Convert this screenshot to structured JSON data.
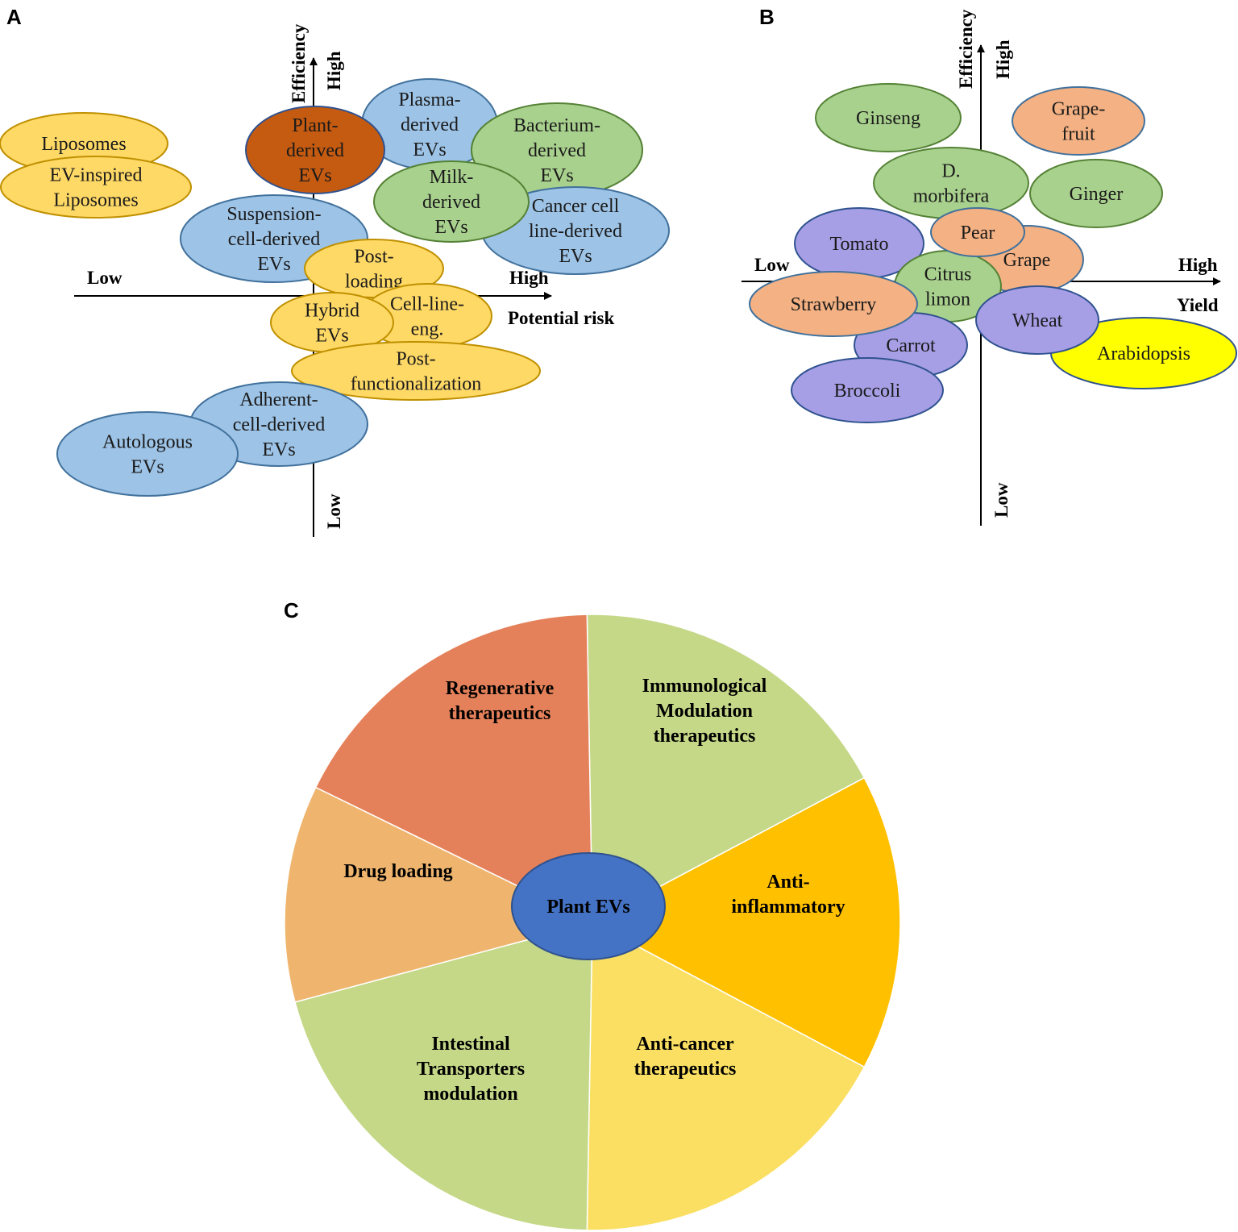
{
  "panels": {
    "A": {
      "letter": "A",
      "axes": {
        "y_title": "Efficiency",
        "y_high": "High",
        "y_low": "Low",
        "x_low": "Low",
        "x_high": "High",
        "x_title": "Potential risk"
      },
      "colors": {
        "yellow": "#FFD966",
        "blue": "#9DC3E6",
        "green": "#A9D18E",
        "orange": "#C55A11"
      },
      "items": [
        {
          "id": "liposomes",
          "lines": [
            "Liposomes"
          ],
          "color": "yellow"
        },
        {
          "id": "ev-inspired-liposomes",
          "lines": [
            "EV-inspired",
            "Liposomes"
          ],
          "color": "yellow"
        },
        {
          "id": "suspension-cell-derived-evs",
          "lines": [
            "Suspension-",
            "cell-derived",
            "EVs"
          ],
          "color": "blue"
        },
        {
          "id": "plasma-derived-evs",
          "lines": [
            "Plasma-",
            "derived",
            "EVs"
          ],
          "color": "blue"
        },
        {
          "id": "bacterium-derived-evs",
          "lines": [
            "Bacterium-",
            "derived",
            "EVs"
          ],
          "color": "green"
        },
        {
          "id": "cancer-cell-line-derived-evs",
          "lines": [
            "Cancer cell",
            "line-derived",
            "EVs"
          ],
          "color": "blue"
        },
        {
          "id": "milk-derived-evs",
          "lines": [
            "Milk-",
            "derived",
            "EVs"
          ],
          "color": "green"
        },
        {
          "id": "plant-derived-evs",
          "lines": [
            "Plant-",
            "derived",
            "EVs"
          ],
          "color": "orange"
        },
        {
          "id": "post-loading",
          "lines": [
            "Post-",
            "loading"
          ],
          "color": "yellow"
        },
        {
          "id": "cell-line-eng",
          "lines": [
            "Cell-line-",
            "eng."
          ],
          "color": "yellow"
        },
        {
          "id": "hybrid-evs",
          "lines": [
            "Hybrid",
            "EVs"
          ],
          "color": "yellow"
        },
        {
          "id": "post-functionalization",
          "lines": [
            "Post-",
            "functionalization"
          ],
          "color": "yellow"
        },
        {
          "id": "adherent-cell-derived-evs",
          "lines": [
            "Adherent-",
            "cell-derived",
            "EVs"
          ],
          "color": "blue"
        },
        {
          "id": "autologous-evs",
          "lines": [
            "Autologous",
            "EVs"
          ],
          "color": "blue"
        }
      ]
    },
    "B": {
      "letter": "B",
      "axes": {
        "y_title": "Efficiency",
        "y_high": "High",
        "y_low": "Low",
        "x_low": "Low",
        "x_high": "High",
        "x_title": "Yield"
      },
      "colors": {
        "green": "#A9D18E",
        "peach": "#F4B183",
        "purple": "#A79FE6",
        "yellow": "#FFFF00"
      },
      "items": [
        {
          "id": "ginseng",
          "lines": [
            "Ginseng"
          ],
          "color": "green"
        },
        {
          "id": "grapefruit",
          "lines": [
            "Grape-",
            "fruit"
          ],
          "color": "peach"
        },
        {
          "id": "d-morbifera",
          "lines": [
            "D.",
            "morbifera"
          ],
          "color": "green"
        },
        {
          "id": "ginger",
          "lines": [
            "Ginger"
          ],
          "color": "green"
        },
        {
          "id": "tomato",
          "lines": [
            "Tomato"
          ],
          "color": "purple"
        },
        {
          "id": "grape",
          "lines": [
            "Grape"
          ],
          "color": "peach"
        },
        {
          "id": "citrus-limon",
          "lines": [
            "Citrus",
            "limon"
          ],
          "color": "green"
        },
        {
          "id": "pear",
          "lines": [
            "Pear"
          ],
          "color": "peach"
        },
        {
          "id": "arabidopsis",
          "lines": [
            "Arabidopsis"
          ],
          "color": "yellow"
        },
        {
          "id": "carrot",
          "lines": [
            "Carrot"
          ],
          "color": "purple"
        },
        {
          "id": "strawberry",
          "lines": [
            "Strawberry"
          ],
          "color": "peach"
        },
        {
          "id": "wheat",
          "lines": [
            "Wheat"
          ],
          "color": "purple"
        },
        {
          "id": "broccoli",
          "lines": [
            "Broccoli"
          ],
          "color": "purple"
        }
      ]
    },
    "C": {
      "letter": "C",
      "center": {
        "label": "Plant EVs",
        "color": "#4472C4"
      },
      "segments": [
        {
          "id": "immunological-modulation",
          "lines": [
            "Immunological",
            "Modulation",
            "therapeutics"
          ],
          "color": "#C5D888"
        },
        {
          "id": "anti-inflammatory",
          "lines": [
            "Anti-",
            "inflammatory"
          ],
          "color": "#FFC000"
        },
        {
          "id": "anti-cancer",
          "lines": [
            "Anti-cancer",
            "therapeutics"
          ],
          "color": "#FADF63"
        },
        {
          "id": "intestinal-transporters",
          "lines": [
            "Intestinal",
            "Transporters",
            "modulation"
          ],
          "color": "#C5D888"
        },
        {
          "id": "drug-loading",
          "lines": [
            "Drug loading"
          ],
          "color": "#EFB56E"
        },
        {
          "id": "regenerative",
          "lines": [
            "Regenerative",
            "therapeutics"
          ],
          "color": "#E5815A"
        }
      ]
    }
  }
}
